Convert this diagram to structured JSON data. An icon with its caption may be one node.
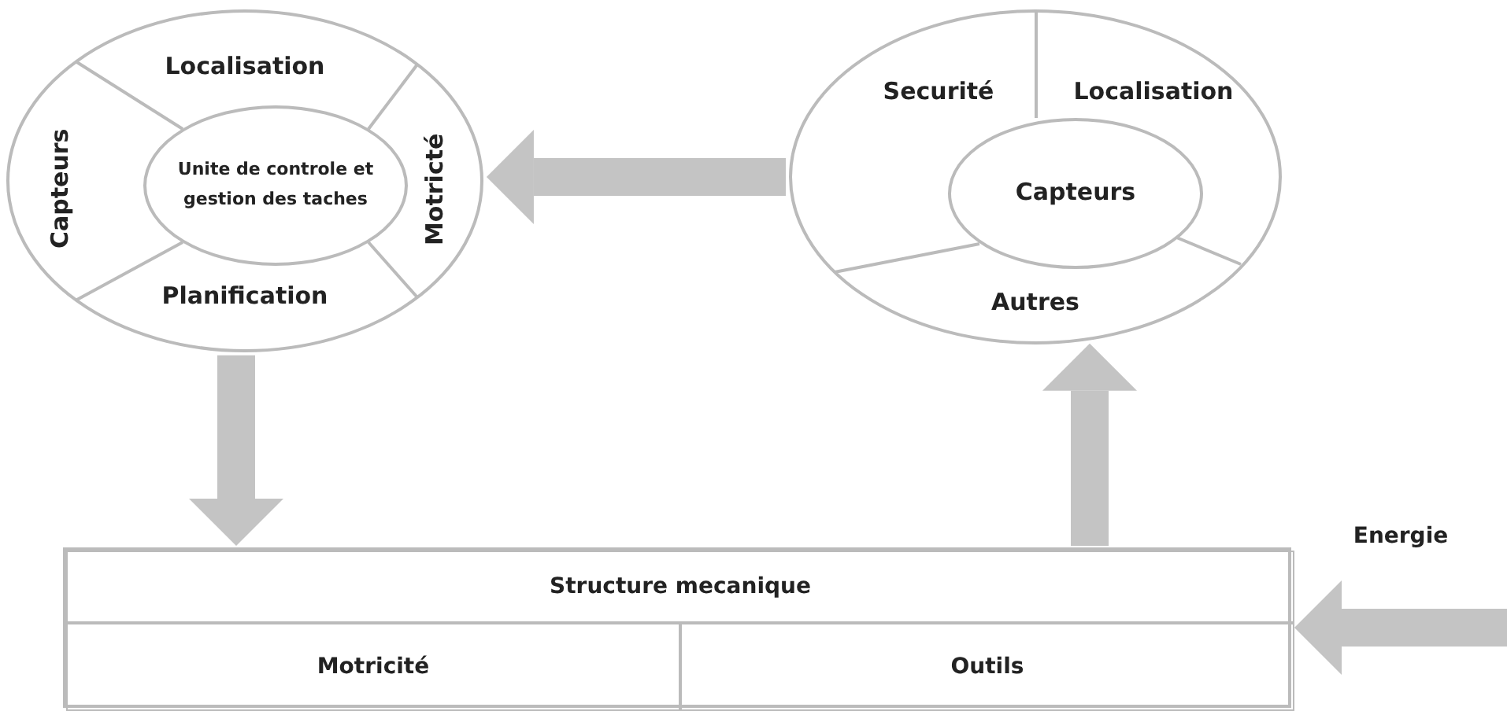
{
  "diagram": {
    "nodes": [
      {
        "text": [],
        "shape": "ellipse"
      },
      {
        "text": [
          "Localisation"
        ],
        "in": 0
      },
      {
        "text": [
          "Capteurs"
        ],
        "in": 0
      },
      {
        "text": [
          "Unite de controle et gestion des taches"
        ],
        "in": 0
      },
      {
        "text": [
          "Motricté"
        ],
        "in": 0
      },
      {
        "text": [
          "Planification"
        ],
        "in": 0
      },
      {
        "text": [],
        "shape": "ellipse"
      },
      {
        "text": [
          "Securité"
        ],
        "in": 6
      },
      {
        "text": [
          "Localisation"
        ],
        "in": 6
      },
      {
        "text": [
          "Capteurs"
        ],
        "in": 6
      },
      {
        "text": [
          "Autres"
        ],
        "in": 6
      },
      {
        "text": [],
        "shape": "box"
      },
      {
        "text": [
          "Structure mecanique"
        ],
        "in": 11
      },
      {
        "text": [
          "Motricité"
        ],
        "in": 11
      },
      {
        "text": [
          "Outils"
        ],
        "in": 11
      }
    ],
    "edges": [
      {
        "from": 6,
        "to": 0,
        "arrow": "to"
      },
      {
        "from": 0,
        "to": 11,
        "arrow": "to"
      },
      {
        "from": 11,
        "to": 6,
        "arrow": "to"
      },
      {
        "from": null,
        "to": 11,
        "arrow": "to",
        "label": "Energie"
      }
    ]
  }
}
